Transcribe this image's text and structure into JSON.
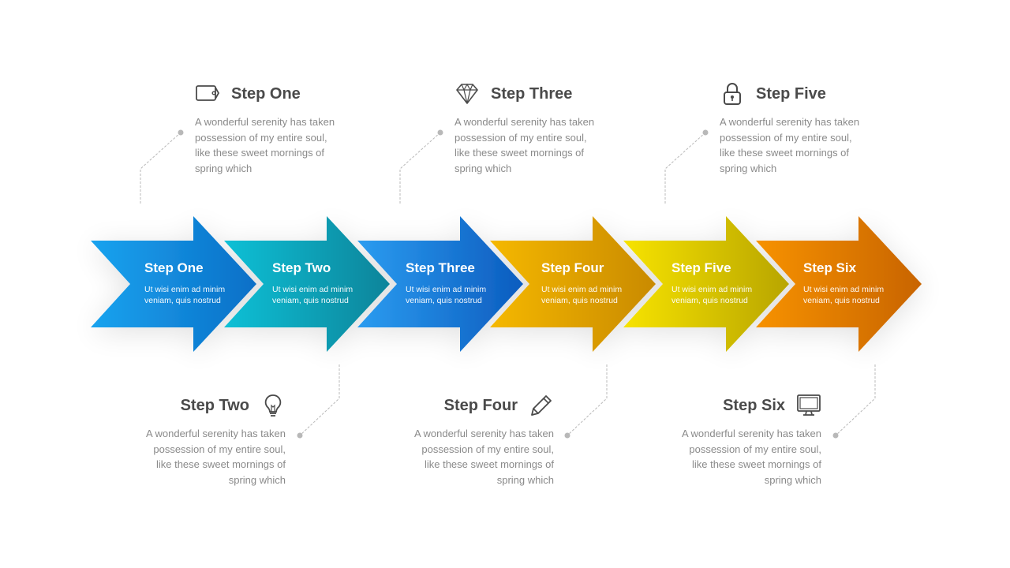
{
  "arrows": [
    {
      "title": "Step One",
      "desc": "Ut wisi enim ad minim veniam, quis nostrud",
      "color_start": "#1aa3ef",
      "color_end": "#0a6fc7"
    },
    {
      "title": "Step Two",
      "desc": "Ut wisi enim ad minim veniam, quis nostrud",
      "color_start": "#0fc0d6",
      "color_end": "#07849a"
    },
    {
      "title": "Step Three",
      "desc": "Ut wisi enim ad minim veniam, quis nostrud",
      "color_start": "#2b9cf0",
      "color_end": "#0c5cbf"
    },
    {
      "title": "Step Four",
      "desc": "Ut wisi enim ad minim veniam, quis nostrud",
      "color_start": "#f5b800",
      "color_end": "#c98a00"
    },
    {
      "title": "Step Five",
      "desc": "Ut wisi enim ad minim veniam, quis nostrud",
      "color_start": "#f7e300",
      "color_end": "#b8a500"
    },
    {
      "title": "Step Six",
      "desc": "Ut wisi enim ad minim veniam, quis nostrud",
      "color_start": "#f79200",
      "color_end": "#c86400"
    }
  ],
  "callouts": {
    "step1": {
      "title": "Step One",
      "icon": "tag-icon",
      "desc": "A wonderful serenity has taken possession of my entire soul, like these sweet mornings of spring which"
    },
    "step2": {
      "title": "Step Two",
      "icon": "lightbulb-icon",
      "desc": "A wonderful serenity has taken possession of my entire soul, like these sweet mornings of spring which"
    },
    "step3": {
      "title": "Step Three",
      "icon": "diamond-icon",
      "desc": "A wonderful serenity has taken possession of my entire soul, like these sweet mornings of spring which"
    },
    "step4": {
      "title": "Step Four",
      "icon": "pencil-icon",
      "desc": "A wonderful serenity has taken possession of my entire soul, like these sweet mornings of spring which"
    },
    "step5": {
      "title": "Step Five",
      "icon": "padlock-icon",
      "desc": "A wonderful serenity has taken possession of my entire soul, like these sweet mornings of spring which"
    },
    "step6": {
      "title": "Step Six",
      "icon": "monitor-icon",
      "desc": "A wonderful serenity has taken possession of my entire soul, like these sweet mornings of spring which"
    }
  },
  "colors": {
    "title_text": "#4a4a4a",
    "body_text": "#8a8a8a",
    "connector": "#b8b8b8"
  }
}
